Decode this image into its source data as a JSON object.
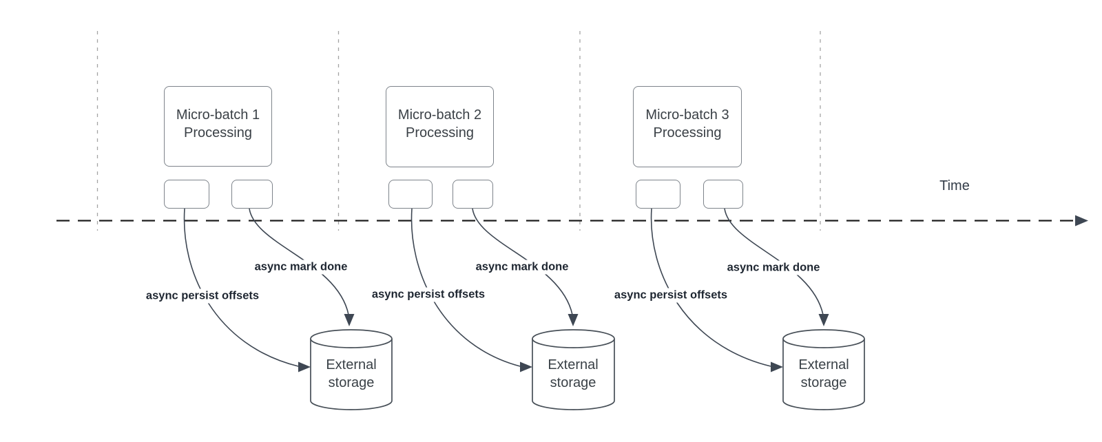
{
  "diagram": {
    "time_axis_label": "Time",
    "groups": [
      {
        "title_line1": "Micro-batch 1",
        "title_line2": "Processing",
        "persist_label": "async persist offsets",
        "done_label": "async mark done",
        "storage_line1": "External",
        "storage_line2": "storage"
      },
      {
        "title_line1": "Micro-batch 2",
        "title_line2": "Processing",
        "persist_label": "async persist offsets",
        "done_label": "async mark done",
        "storage_line1": "External",
        "storage_line2": "storage"
      },
      {
        "title_line1": "Micro-batch 3",
        "title_line2": "Processing",
        "persist_label": "async persist offsets",
        "done_label": "async mark done",
        "storage_line1": "External",
        "storage_line2": "storage"
      }
    ],
    "colors": {
      "background": "#ffffff",
      "axis": "#1d1d1d",
      "guide": "#a3a3a3",
      "connector": "#3e4753",
      "box_border": "#7d838a",
      "cylinder_border": "#474f57",
      "box_text": "#3a4046",
      "label_text": "#1e2631",
      "storage_text": "#3a4147",
      "time_text": "#333c48"
    }
  }
}
